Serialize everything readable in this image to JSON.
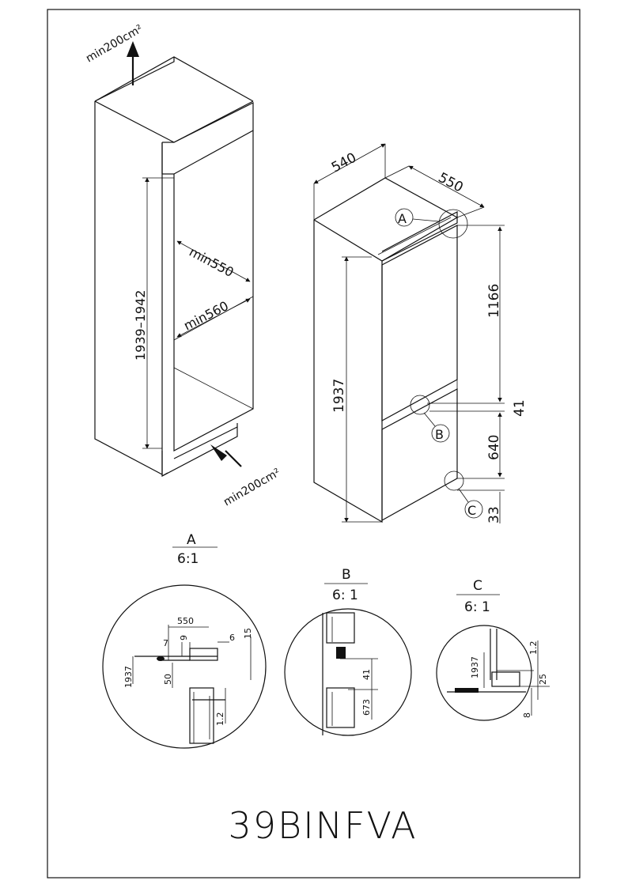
{
  "model": "39BINFVA",
  "niche": {
    "vent_top": "min200cm²",
    "vent_bottom": "min200cm²",
    "height": "1939–1942",
    "depth": "min550",
    "width": "min560"
  },
  "appliance": {
    "width": "540",
    "depth": "550",
    "height": "1937",
    "upper_door": "1166",
    "gap": "41",
    "lower_door": "640",
    "base": "33",
    "markers": [
      "A",
      "B",
      "C"
    ]
  },
  "details": {
    "A": {
      "title": "A",
      "scale": "6:1",
      "dims": [
        "550",
        "7",
        "9",
        "6",
        "15",
        "1937",
        "50",
        "1.2"
      ]
    },
    "B": {
      "title": "B",
      "scale": "6: 1",
      "dims": [
        "41",
        "673"
      ]
    },
    "C": {
      "title": "C",
      "scale": "6: 1",
      "dims": [
        "1937",
        "1.2",
        "25",
        "8"
      ]
    }
  }
}
